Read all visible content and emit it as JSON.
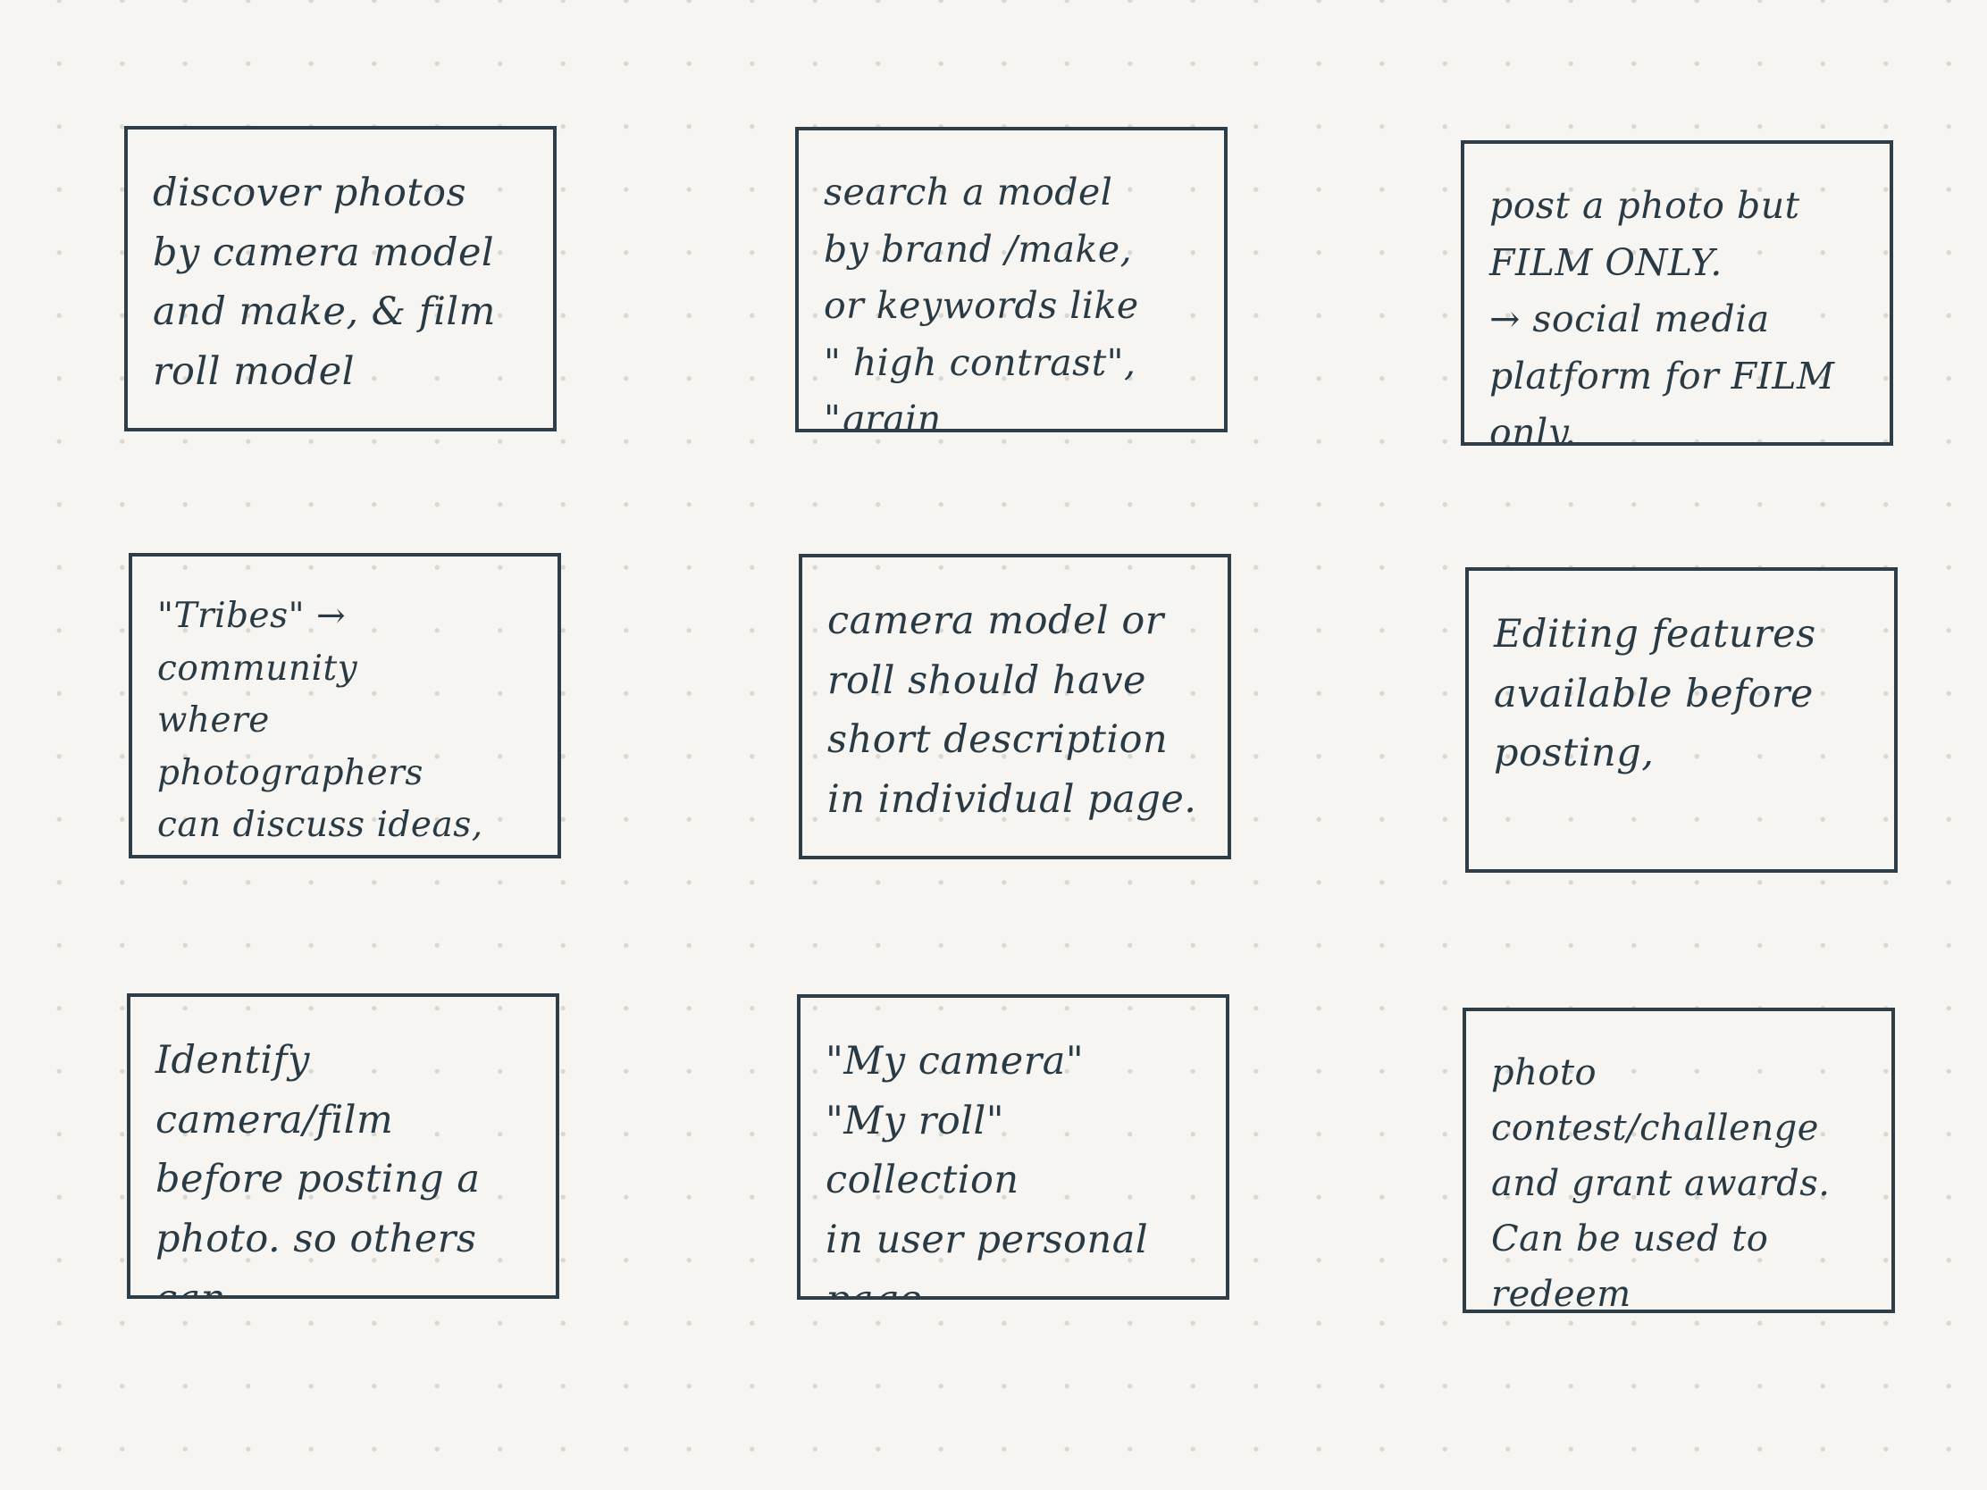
{
  "cards": [
    {
      "text": "discover photos\nby camera model\nand make, & film\nroll model"
    },
    {
      "text": "search a model\nby brand /make,\nor keywords like\n\" high contrast\", \"grain\nless\""
    },
    {
      "text": "post a photo but\nFILM ONLY.\n→ social media\nplatform for FILM only."
    },
    {
      "text": "\"Tribes\" → community\nwhere photographers\ncan discuss ideas,\nshare resources, etc."
    },
    {
      "text": "camera model or\nroll should have\nshort description\nin individual page."
    },
    {
      "text": "Editing features\navailable before\nposting,"
    },
    {
      "text": "Identify camera/film\nbefore posting a\nphoto. so others can\ntrack easier."
    },
    {
      "text": "\"My camera\"\n\"My roll\" collection\nin user personal page"
    },
    {
      "text": "photo contest/challenge\nand grant awards.\nCan be used to redeem\nreal camera/film roll."
    }
  ]
}
